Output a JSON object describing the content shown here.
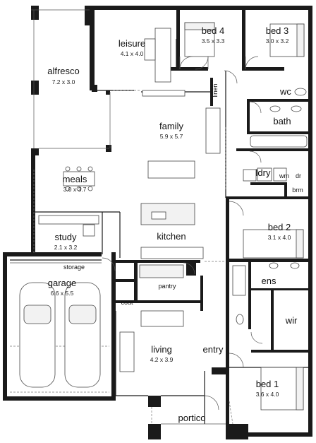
{
  "rooms": {
    "alfresco": {
      "name": "alfresco",
      "size": "7.2 x 3.0"
    },
    "leisure": {
      "name": "leisure",
      "size": "4.1 x 4.0"
    },
    "bed4": {
      "name": "bed 4",
      "size": "3.5 x 3.3"
    },
    "bed3": {
      "name": "bed 3",
      "size": "3.0 x 3.2"
    },
    "linen": {
      "name": "linen"
    },
    "wc": {
      "name": "wc"
    },
    "bath": {
      "name": "bath"
    },
    "family": {
      "name": "family",
      "size": "5.9 x 5.7"
    },
    "meals": {
      "name": "meals",
      "size": "3.0 x 3.7"
    },
    "wm": {
      "name": "wm"
    },
    "dr": {
      "name": "dr"
    },
    "ldry": {
      "name": "ldry"
    },
    "brm": {
      "name": "brm"
    },
    "study": {
      "name": "study",
      "size": "2.1 x 3.2"
    },
    "kitchen": {
      "name": "kitchen"
    },
    "bed2": {
      "name": "bed 2",
      "size": "3.1 x 4.0"
    },
    "storage": {
      "name": "storage"
    },
    "garage": {
      "name": "garage",
      "size": "6.6 x 5.5"
    },
    "pantry": {
      "name": "pantry"
    },
    "ens": {
      "name": "ens"
    },
    "coat": {
      "name": "coat"
    },
    "wir": {
      "name": "wir"
    },
    "living": {
      "name": "living",
      "size": "4.2 x 3.9"
    },
    "entry": {
      "name": "entry"
    },
    "bed1": {
      "name": "bed 1",
      "size": "3.6 x 4.0"
    },
    "portico": {
      "name": "portico"
    }
  }
}
